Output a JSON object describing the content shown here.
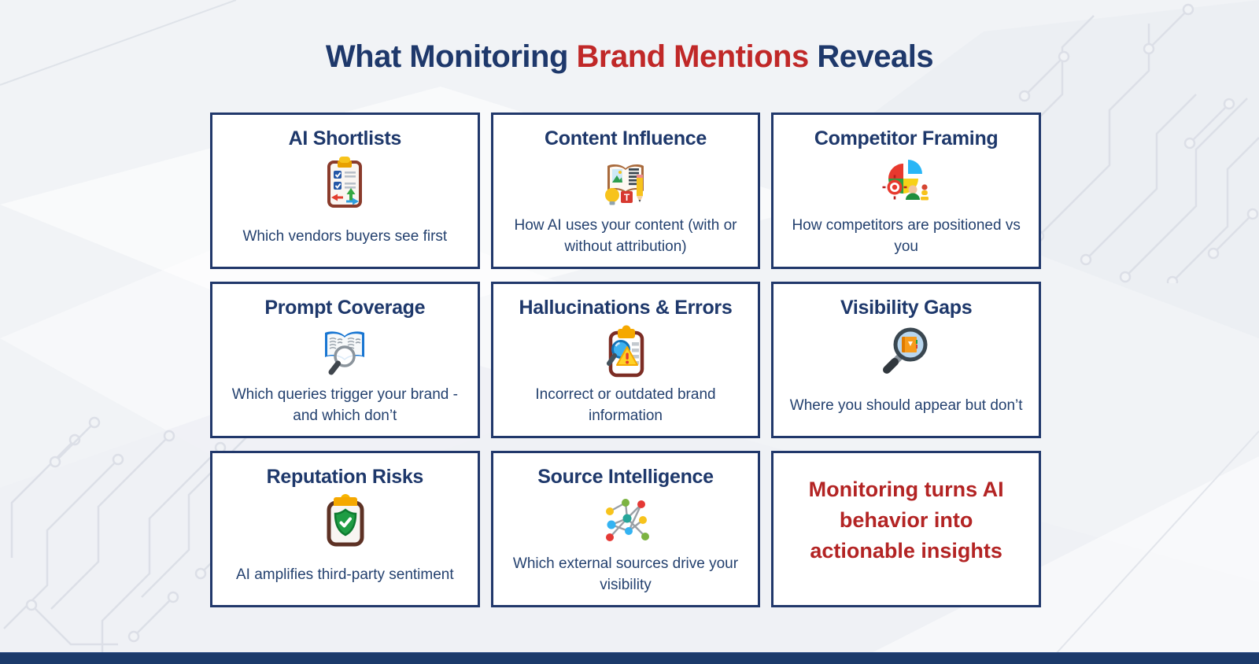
{
  "title": {
    "part1": "What Monitoring ",
    "highlight": "Brand Mentions",
    "part2": " Reveals"
  },
  "colors": {
    "navy_text": "#1e386b",
    "red_highlight": "#c02828",
    "takeaway_red": "#b32424",
    "card_border": "#21386b",
    "card_background": "#ffffff",
    "page_background": "#f1f3f6",
    "bottom_bar": "#1c3a6b",
    "circuit_lines": "#dcdfe7"
  },
  "cards": [
    {
      "title": "AI Shortlists",
      "description": "Which vendors buyers see first",
      "icon": "clipboard-checklist-arrows-icon"
    },
    {
      "title": "Content Influence",
      "description": "How AI uses your content (with or without attribution)",
      "icon": "book-lightbulb-pencil-icon"
    },
    {
      "title": "Competitor Framing",
      "description": "How competitors are positioned vs you",
      "icon": "pie-chart-target-people-icon"
    },
    {
      "title": "Prompt Coverage",
      "description": "Which queries trigger your brand - and which don’t",
      "icon": "open-book-magnifier-icon"
    },
    {
      "title": "Hallucinations & Errors",
      "description": "Incorrect or outdated brand information",
      "icon": "clipboard-warning-magnifier-icon"
    },
    {
      "title": "Visibility Gaps",
      "description": "Where you should appear but don’t",
      "icon": "magnifier-over-book-icon"
    },
    {
      "title": "Reputation Risks",
      "description": "AI amplifies third-party sentiment",
      "icon": "clipboard-shield-check-icon"
    },
    {
      "title": "Source Intelligence",
      "description": "Which external sources drive your visibility",
      "icon": "network-nodes-icon"
    },
    {
      "message": "Monitoring turns AI behavior into actionable insights"
    }
  ]
}
